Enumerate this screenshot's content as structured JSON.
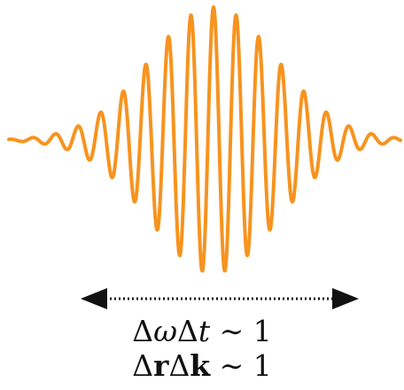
{
  "diagram": {
    "wave_color": "#f7931e",
    "arrow_color": "#111111",
    "wave_description_type": "gaussian-modulated sinusoid",
    "equations": [
      {
        "delta1": "Δ",
        "var1": "ω",
        "delta2": "Δ",
        "var2": "t",
        "rel": " ∼ ",
        "rhs": "1"
      },
      {
        "delta1": "Δ",
        "var1": "r",
        "delta2": "Δ",
        "var2": "k",
        "rel": " ∼ ",
        "rhs": "1"
      }
    ]
  }
}
